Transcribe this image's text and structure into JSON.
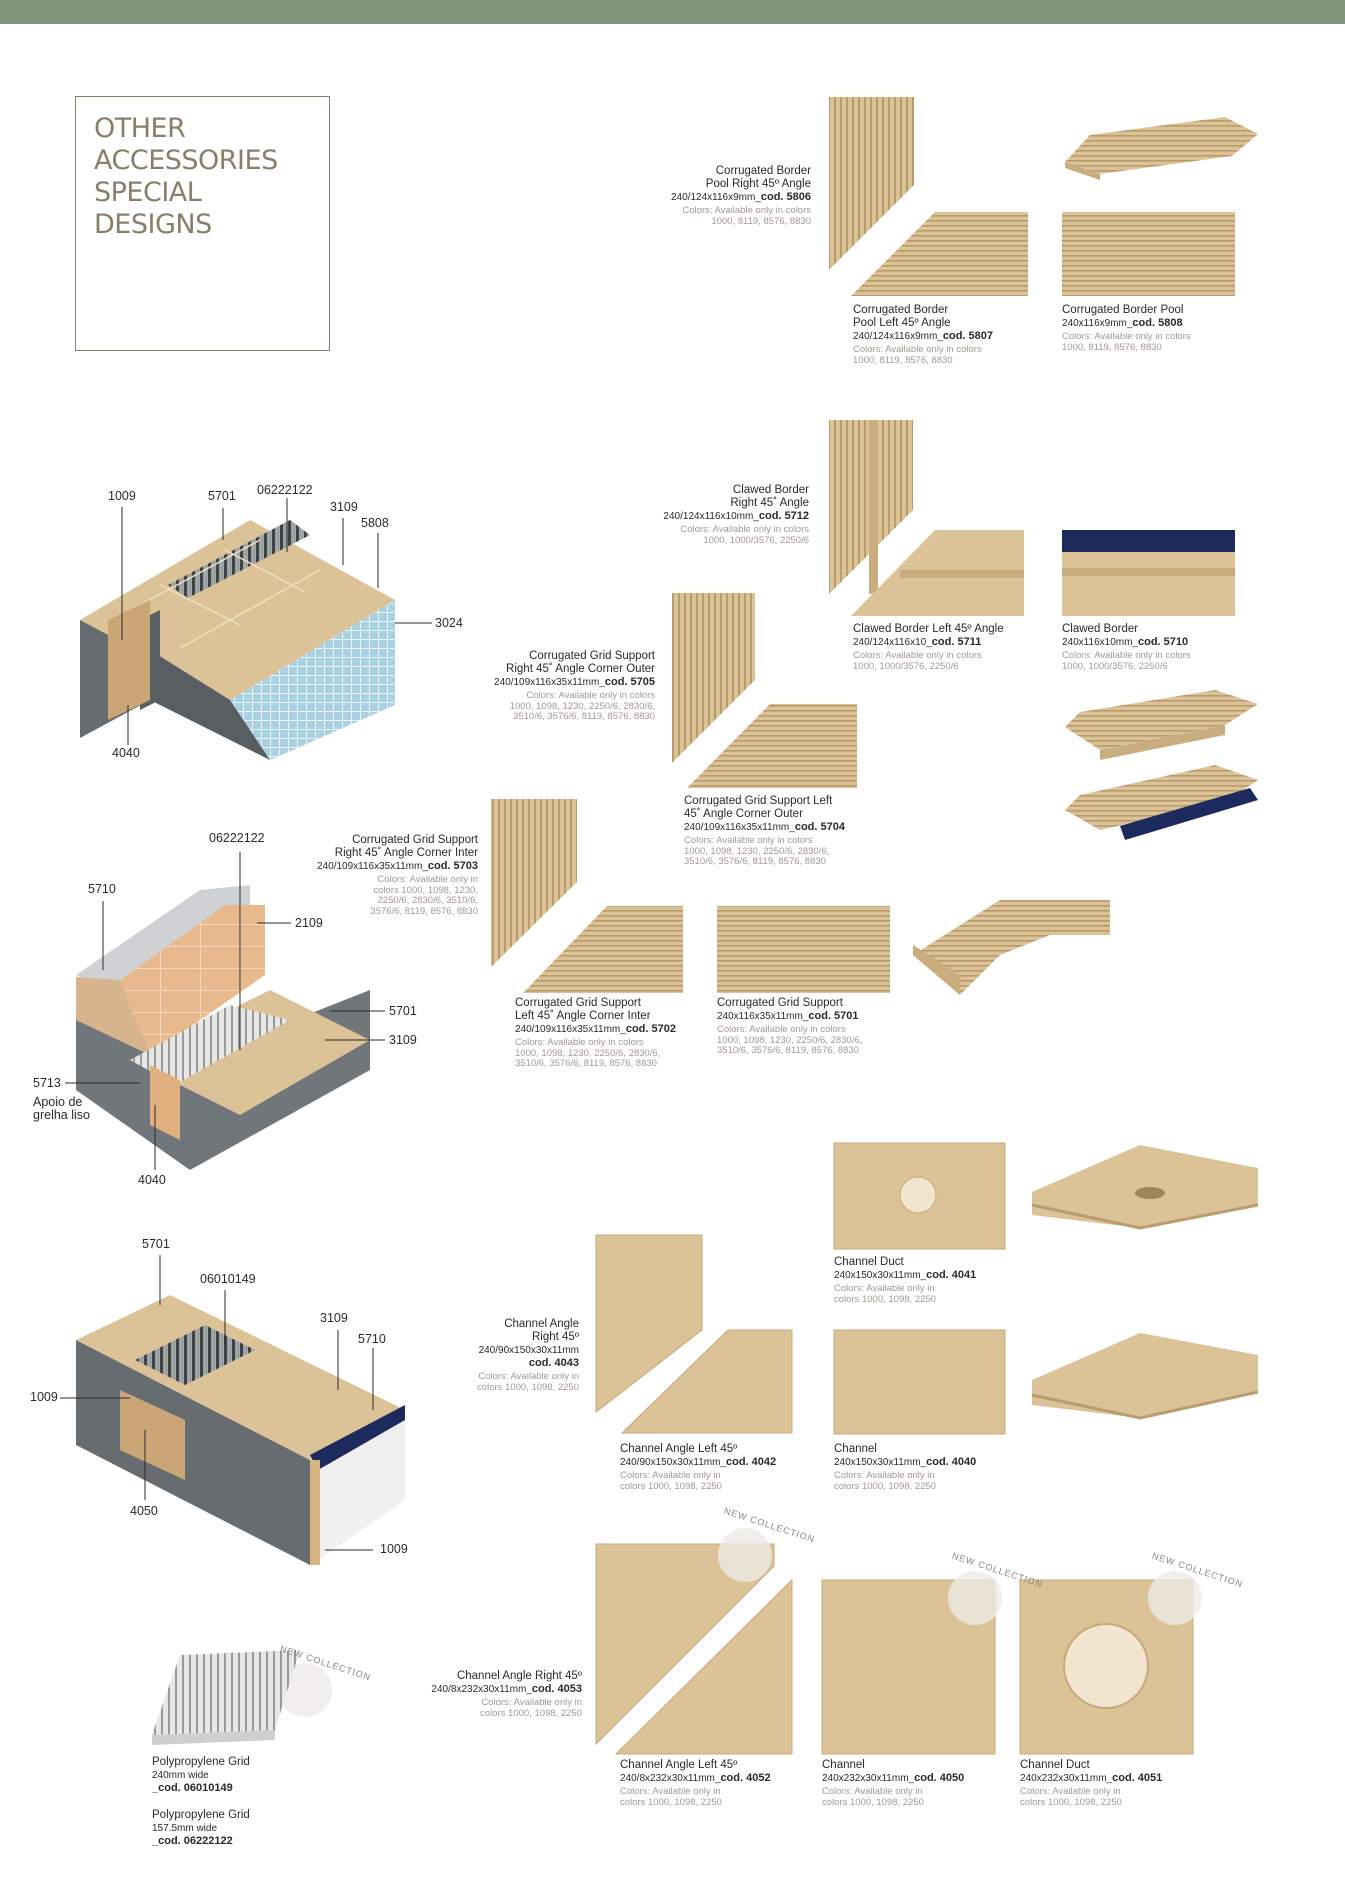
{
  "title_lines": [
    "OTHER",
    "ACCESSORIES",
    "SPECIAL",
    "DESIGNS"
  ],
  "colors": {
    "band": "#7f9478",
    "tile": "#d8bd91",
    "tile_dark": "#b99d70",
    "navy": "#1c2a5e",
    "concrete": "#6f7478",
    "mosaic": "#a7cfe0"
  },
  "products": {
    "p5806": {
      "name1": "Corrugated Border",
      "name2": "Pool Right 45º Angle",
      "spec": "240/124x116x9mm_",
      "cod": "cod. 5806",
      "colors1": "Colors: Available only in colors",
      "colors2": "1000, 8119, 8576, 8830"
    },
    "p5807": {
      "name1": "Corrugated Border",
      "name2": "Pool Left 45º Angle",
      "spec": "240/124x116x9mm_",
      "cod": "cod. 5807",
      "colors1": "Colors: Available only in colors",
      "colors2": "1000, 8119, 8576, 8830"
    },
    "p5808": {
      "name1": "Corrugated Border Pool",
      "spec": "240x116x9mm_",
      "cod": "cod. 5808",
      "colors1": "Colors: Available only in colors",
      "colors2": "1000, 8119, 8576, 8830"
    },
    "p5712": {
      "name1": "Clawed Border",
      "name2": "Right 45˚ Angle",
      "spec": "240/124x116x10mm_",
      "cod": "cod. 5712",
      "colors1": "Colors: Available only in colors",
      "colors2": "1000, 1000/3576, 2250/6"
    },
    "p5711": {
      "name1": "Clawed Border Left 45º Angle",
      "spec": "240/124x116x10_",
      "cod": "cod. 5711",
      "colors1": "Colors: Available only in colors",
      "colors2": "1000, 1000/3576, 2250/6"
    },
    "p5710": {
      "name1": "Clawed Border",
      "spec": "240x116x10mm_",
      "cod": "cod. 5710",
      "colors1": "Colors: Available only in colors",
      "colors2": "1000, 1000/3576, 2250/6"
    },
    "p5705": {
      "name1": "Corrugated Grid Support",
      "name2": "Right 45˚ Angle Corner Outer",
      "spec": "240/109x116x35x11mm_",
      "cod": "cod. 5705",
      "colors1": "Colors: Available only in colors",
      "colors2": "1000, 1098, 1230, 2250/6, 2830/6,",
      "colors3": "3510/6, 3576/6, 8119, 8576, 8830"
    },
    "p5704": {
      "name1": "Corrugated Grid Support Left",
      "name2": "45˚ Angle Corner Outer",
      "spec": "240/109x116x35x11mm_",
      "cod": "cod. 5704",
      "colors1": "Colors: Available only in colors",
      "colors2": "1000, 1098, 1230, 2250/6, 2830/6,",
      "colors3": "3510/6, 3576/6, 8119, 8576, 8830"
    },
    "p5703": {
      "name1": "Corrugated Grid Support",
      "name2": "Right 45˚ Angle Corner Inter",
      "spec": "240/109x116x35x11mm_",
      "cod": "cod. 5703",
      "colors1": "Colors: Available only in",
      "colors2": "colors 1000, 1098, 1230,",
      "colors3": "2250/6, 2830/6, 3510/6,",
      "colors4": "3576/6, 8119, 8576, 8830"
    },
    "p5702": {
      "name1": "Corrugated Grid Support",
      "name2": "Left 45˚ Angle Corner Inter",
      "spec": "240/109x116x35x11mm_",
      "cod": "cod. 5702",
      "colors1": "Colors: Available only in colors",
      "colors2": "1000, 1098, 1230, 2250/6, 2830/6,",
      "colors3": "3510/6, 3576/6, 8119, 8576, 8830"
    },
    "p5701": {
      "name1": "Corrugated Grid Support",
      "spec": "240x116x35x11mm_",
      "cod": "cod. 5701",
      "colors1": "Colors: Available only in colors",
      "colors2": "1000, 1098, 1230, 2250/6, 2830/6,",
      "colors3": "3510/6, 3576/6, 8119, 8576, 8830"
    },
    "p4041": {
      "name1": "Channel Duct",
      "spec": "240x150x30x11mm_",
      "cod": "cod. 4041",
      "colors1": "Colors: Available only in",
      "colors2": "colors 1000, 1098, 2250"
    },
    "p4043": {
      "name1": "Channel Angle",
      "name2": "Right 45º",
      "spec": "240/90x150x30x11mm",
      "cod": "cod. 4043",
      "colors1": "Colors: Available only in",
      "colors2": "colors 1000, 1098, 2250"
    },
    "p4042": {
      "name1": "Channel Angle Left 45º",
      "spec": "240/90x150x30x11mm_",
      "cod": "cod. 4042",
      "colors1": "Colors: Available only in",
      "colors2": "colors 1000, 1098, 2250"
    },
    "p4040": {
      "name1": "Channel",
      "spec": "240x150x30x11mm_",
      "cod": "cod. 4040",
      "colors1": "Colors: Available only in",
      "colors2": "colors 1000, 1098, 2250"
    },
    "p4053": {
      "name1": "Channel Angle Right 45º",
      "spec": "240/8x232x30x11mm_",
      "cod": "cod. 4053",
      "colors1": "Colors: Available only in",
      "colors2": "colors 1000, 1098, 2250"
    },
    "p4052": {
      "name1": "Channel Angle Left 45º",
      "spec": "240/8x232x30x11mm_",
      "cod": "cod. 4052",
      "colors1": "Colors: Available only in",
      "colors2": "colors 1000, 1098, 2250"
    },
    "p4050": {
      "name1": "Channel",
      "spec": "240x232x30x11mm_",
      "cod": "cod. 4050",
      "colors1": "Colors: Available only in",
      "colors2": "colors 1000, 1098, 2250"
    },
    "p4051": {
      "name1": "Channel Duct",
      "spec": "240x232x30x11mm_",
      "cod": "cod. 4051",
      "colors1": "Colors: Available only in",
      "colors2": "colors 1000, 1098, 2250"
    },
    "grid240": {
      "name1": "Polypropylene Grid",
      "spec": "240mm wide",
      "cod": "_cod. 06010149"
    },
    "grid157": {
      "name1": "Polypropylene Grid",
      "spec": "157.5mm wide",
      "cod": "_cod. 06222122"
    }
  },
  "new_collection": "NEW COLLECTION",
  "callouts": {
    "d1": [
      "1009",
      "5701",
      "06222122",
      "3109",
      "5808",
      "3024",
      "4040"
    ],
    "d2": [
      "06222122",
      "5710",
      "2109",
      "5701",
      "3109",
      "5713",
      "Apoio de",
      "grelha liso",
      "4040"
    ],
    "d3": [
      "5701",
      "06010149",
      "3109",
      "5710",
      "1009",
      "4050",
      "1009"
    ]
  }
}
